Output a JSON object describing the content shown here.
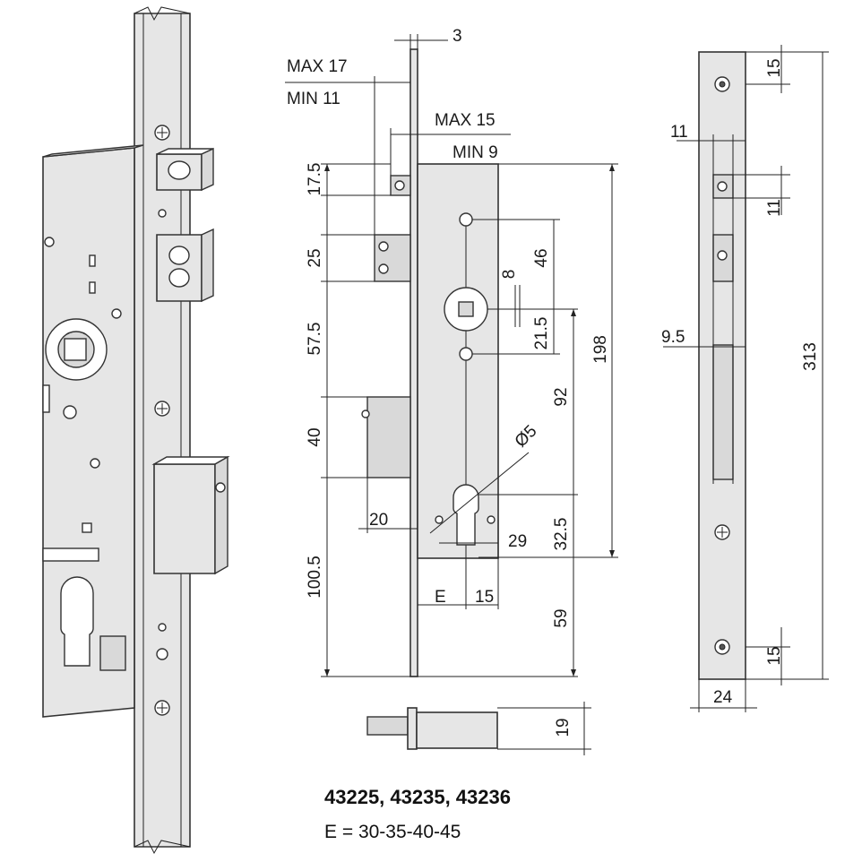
{
  "caption": {
    "model_numbers": "43225, 43235, 43236",
    "e_values": "E = 30-35-40-45"
  },
  "dimensions": {
    "faceplate_thickness": "3",
    "latch_projection_max": "MAX 17",
    "latch_projection_min": "MIN 11",
    "roller_projection_max": "MAX 15",
    "roller_projection_min": "MIN 9",
    "roller_to_case_top": "17.5",
    "upper_latch_height": "25",
    "latch_to_deadbolt": "57.5",
    "deadbolt_height": "40",
    "deadbolt_to_bottom": "100.5",
    "deadbolt_offset": "20",
    "top_hole_to_follower": "46",
    "follower_square": "8",
    "follower_to_hole": "21.5",
    "follower_to_cylinder": "92",
    "case_height": "198",
    "hole_diameter": "Ø5",
    "cylinder_width": "29",
    "cylinder_to_case_bottom": "32.5",
    "backset": "E",
    "cylinder_offset": "15",
    "cylinder_to_bottom": "59",
    "deadbolt_thickness": "19",
    "strike_screw_offset_top": "15",
    "strike_slot_width": "11",
    "strike_slot_height": "11",
    "strike_roller_slot_width": "9.5",
    "strike_length": "313",
    "strike_screw_offset_bottom": "15",
    "strike_width": "24"
  }
}
